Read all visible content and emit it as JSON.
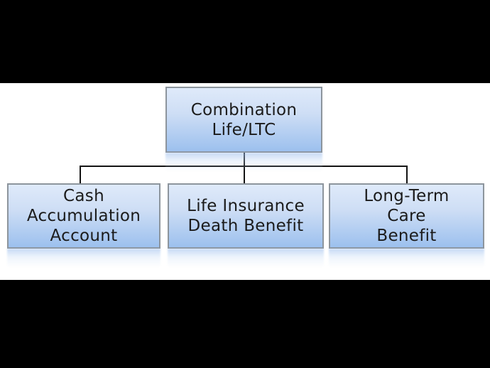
{
  "diagram": {
    "type": "org-chart",
    "root": {
      "label": "Combination\nLife/LTC"
    },
    "children": [
      {
        "label": "Cash\nAccumulation\nAccount"
      },
      {
        "label": "Life Insurance\nDeath Benefit"
      },
      {
        "label": "Long-Term\nCare\nBenefit"
      }
    ],
    "colors": {
      "letterbox": "#000000",
      "canvas": "#ffffff",
      "box_fill_top": "#dfeafa",
      "box_fill_bottom": "#9cc0ee",
      "box_border": "#8d959d",
      "connector": "#131313",
      "text": "#1b1b1b"
    }
  }
}
